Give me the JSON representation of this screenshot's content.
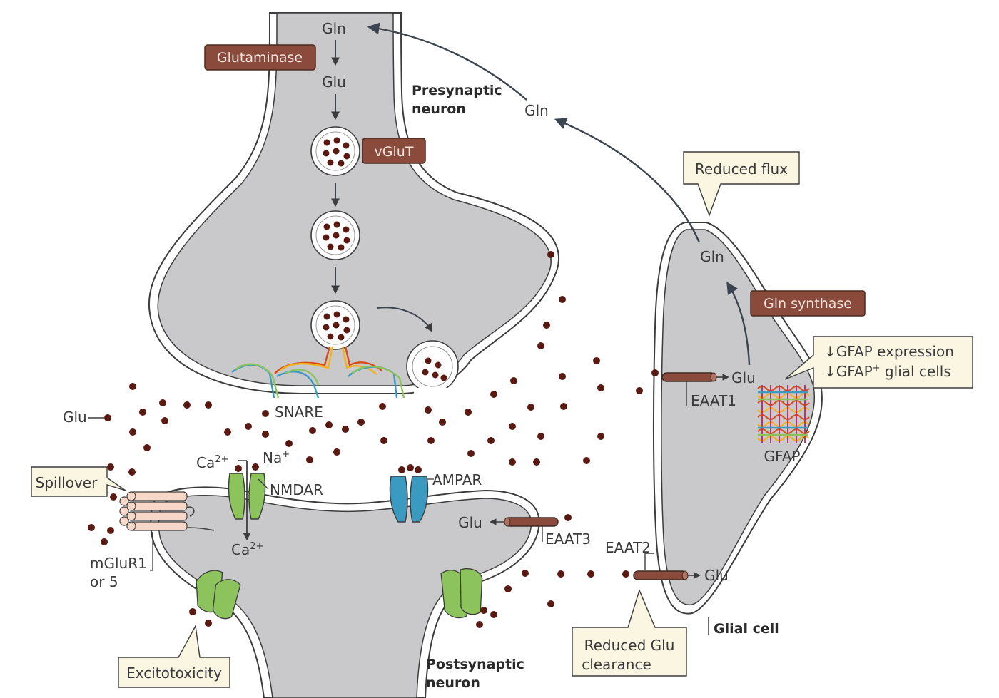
{
  "presynaptic": {
    "label_line1": "Presynaptic",
    "label_line2": "neuron",
    "gln": "Gln",
    "glu": "Glu",
    "glutaminase": "Glutaminase",
    "vglut": "vGluT",
    "snare": "SNARE"
  },
  "recycling": {
    "gln_mid": "Gln"
  },
  "glial": {
    "label": "Glial cell",
    "gln": "Gln",
    "gln_synthase": "Gln synthase",
    "eaat1": "EAAT1",
    "eaat1_glu": "Glu",
    "eaat2": "EAAT2",
    "eaat2_glu": "Glu",
    "gfap": "GFAP"
  },
  "postsynaptic": {
    "label_line1": "Postsynaptic",
    "label_line2": "neuron",
    "ca_in": "Ca",
    "ca_in_sup": "2+",
    "na": "Na",
    "na_sup": "+",
    "ca_out": "Ca",
    "ca_out_sup": "2+",
    "nmdar": "NMDAR",
    "ampar": "AMPAR",
    "mglur_line1": "mGluR1",
    "mglur_line2": "or 5",
    "eaat3": "EAAT3",
    "eaat3_glu": "Glu"
  },
  "cleft": {
    "glu_label": "Glu"
  },
  "callouts": {
    "reduced_flux": "Reduced flux",
    "gfap_expression": "↓GFAP expression",
    "gfap_cells_prefix": "↓GFAP",
    "gfap_cells_sup": "+",
    "gfap_cells_suffix": " glial cells",
    "spillover": "Spillover",
    "excitotoxicity": "Excitotoxicity",
    "reduced_glu_line1": "Reduced Glu",
    "reduced_glu_line2": "clearance"
  },
  "colors": {
    "cell_fill": "#c9c9cb",
    "cell_stroke": "#3c3c3c",
    "enzyme_fill": "#8a4a3c",
    "callout_fill": "#fbf6e2",
    "glu_dot": "#5a1a12",
    "nmdar": "#8cc35c",
    "ampar": "#3a9ac0",
    "mglur": "#f7d7c8"
  }
}
